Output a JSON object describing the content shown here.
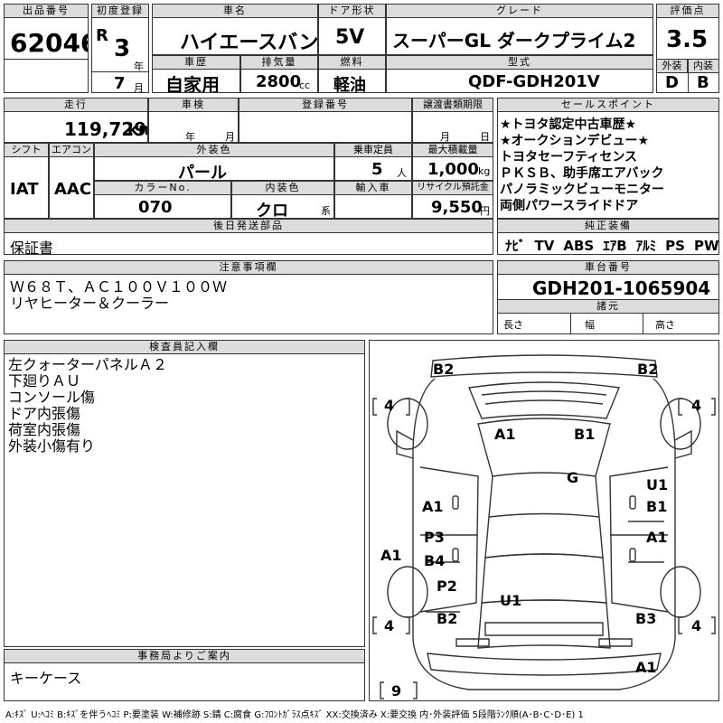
{
  "header": {
    "stock_no_label": "出品番号",
    "stock_no": "62046",
    "first_reg_label": "初度登録",
    "era": "R",
    "year": "3",
    "year_unit": "年",
    "month": "7",
    "month_unit": "月",
    "name_label": "車名",
    "name": "ハイエースバン",
    "door_label": "ドア形状",
    "door": "5V",
    "grade_label": "グレード",
    "grade": "スーパーGL ダークプライム2",
    "score_label": "評価点",
    "score": "3.5",
    "history_label": "車歴",
    "history": "自家用",
    "displacement_label": "排気量",
    "displacement": "2800",
    "displacement_unit": "cc",
    "fuel_label": "燃料",
    "fuel": "軽油",
    "model_label": "型式",
    "model": "QDF-GDH201V",
    "exterior_label": "外装",
    "exterior": "D",
    "interior_label": "内装",
    "interior": "B"
  },
  "row2": {
    "mileage_label": "走行",
    "mileage": "119,729",
    "mileage_unit": "km",
    "inspection_label": "車検",
    "inspection_year_unit": "年",
    "inspection_month_unit": "月",
    "plate_label": "登録番号",
    "transfer_label": "譲渡書類期限",
    "transfer_month_unit": "月",
    "transfer_day_unit": "日",
    "shift_label": "シフト",
    "shift": "IAT",
    "ac_label": "エアコン",
    "ac": "AAC",
    "color_label": "外装色",
    "color": "パール",
    "capacity_label": "乗車定員",
    "capacity": "5",
    "capacity_unit": "人",
    "load_label": "最大積載量",
    "load": "1,000",
    "load_unit": "kg",
    "color_no_label": "カラーNo.",
    "color_no": "070",
    "int_color_label": "内装色",
    "int_color": "クロ",
    "int_color_unit": "系",
    "import_label": "輸入車",
    "recycle_label": "リサイクル預託金",
    "recycle": "9,550",
    "recycle_unit": "円",
    "later_label": "後日発送部品",
    "later": "保証書"
  },
  "sales": {
    "label": "セールスポイント",
    "items": [
      "★トヨタ認定中古車歴★",
      "★オークションデビュー★",
      "トヨタセーフティセンス",
      "ＰＫＳＢ、助手席エアバック",
      "パノラミックビューモニター",
      "両側パワースライドドア"
    ]
  },
  "equipment": {
    "label": "純正装備",
    "items": [
      "ﾅﾋﾞ",
      "TV",
      "ABS",
      "ｴｱB",
      "ｱﾙﾐ",
      "PS",
      "PW"
    ]
  },
  "notes": {
    "label": "注意事項欄",
    "lines": [
      "Ｗ６８Ｔ、ＡＣ１００Ｖ１００Ｗ",
      "リヤヒーター＆クーラー"
    ]
  },
  "chassis": {
    "label": "車台番号",
    "value": "GDH201-1065904",
    "specs_label": "諸元",
    "length_label": "長さ",
    "width_label": "幅",
    "height_label": "高さ"
  },
  "inspector": {
    "label": "検査員記入欄",
    "lines": [
      "左クォーターパネルＡ２",
      "下廻りＡＵ",
      "コンソール傷",
      "ドア内張傷",
      "荷室内張傷",
      "外装小傷有り"
    ]
  },
  "office": {
    "label": "事務局よりご案内",
    "text": "キーケース"
  },
  "diagram": {
    "marks": [
      "B2",
      "B2",
      "4",
      "4",
      "A1",
      "B1",
      "G",
      "A1",
      "U1",
      "B1",
      "P3",
      "A1",
      "A1",
      "B4",
      "P2",
      "U1",
      "B2",
      "B3",
      "4",
      "4",
      "A1",
      "9"
    ]
  },
  "legend": "A:ｷｽﾞ U:ﾍｺﾐ B:ｷｽﾞを伴うﾍｺﾐ P:要塗装 W:補修跡 S:錆 C:腐食 G:ﾌﾛﾝﾄｶﾞﾗｽ点ｷｽﾞ XX:交換済み X:要交換 内･外装評価 5段階ﾗﾝｸ順(A･B･C･D･E) 1"
}
